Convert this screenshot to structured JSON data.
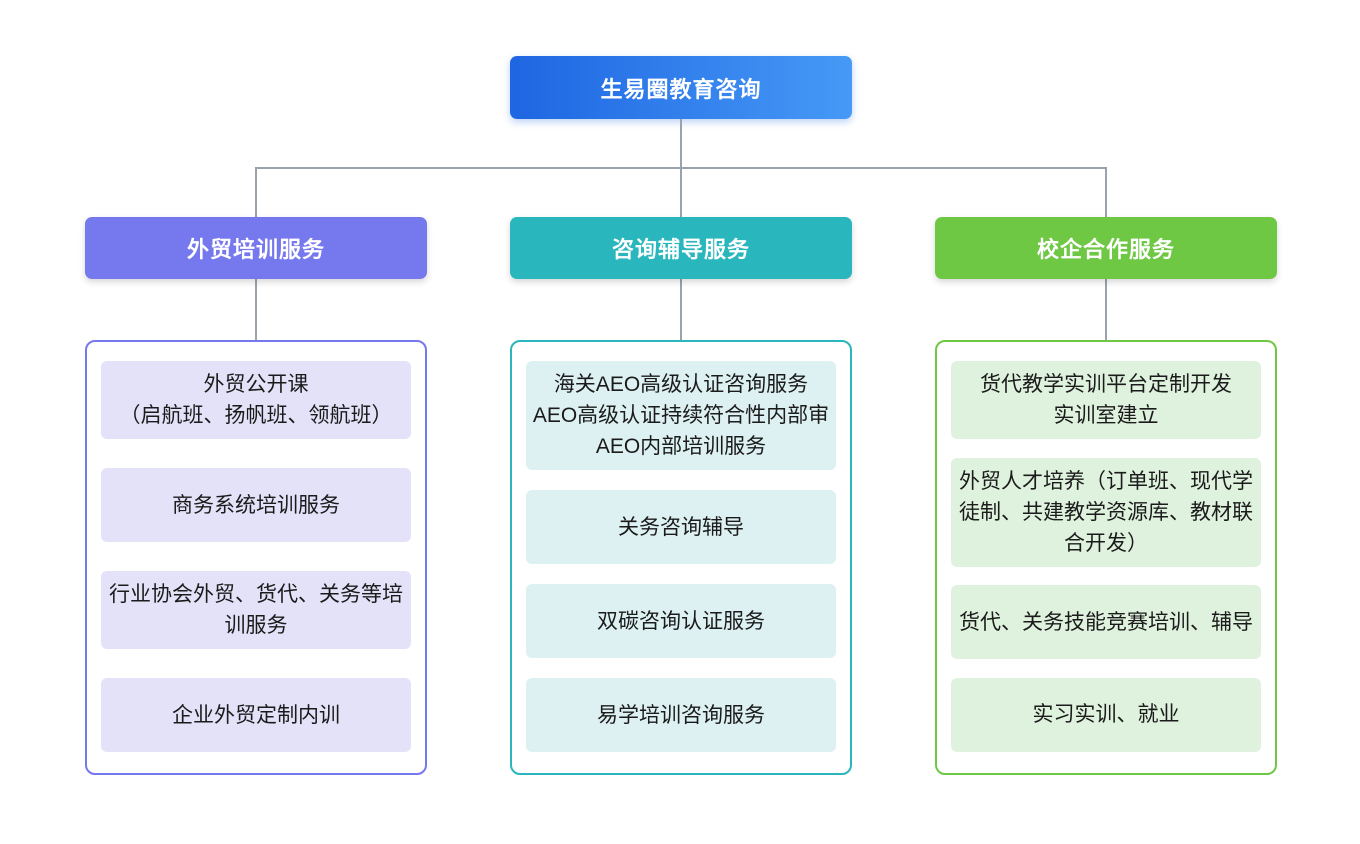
{
  "root": {
    "label": "生易圈教育咨询",
    "gradient_start": "#1E66E2",
    "gradient_end": "#4699F6"
  },
  "connector_color": "#9AA3AD",
  "branches": [
    {
      "id": "foreign-trade-training",
      "label": "外贸培训服务",
      "color": "#7678EE",
      "item_bg": "#E4E2F8",
      "items": [
        {
          "lines": [
            "外贸公开课",
            "（启航班、扬帆班、领航班）"
          ]
        },
        {
          "lines": [
            "商务系统培训服务"
          ]
        },
        {
          "lines": [
            "行业协会外贸、货代、关务等培训服务"
          ]
        },
        {
          "lines": [
            "企业外贸定制内训"
          ]
        }
      ]
    },
    {
      "id": "consulting-coaching",
      "label": "咨询辅导服务",
      "color": "#29B6BC",
      "item_bg": "#DEF1F2",
      "items": [
        {
          "lines": [
            "海关AEO高级认证咨询服务",
            "AEO高级认证持续符合性内部审",
            "AEO内部培训服务"
          ]
        },
        {
          "lines": [
            "关务咨询辅导"
          ]
        },
        {
          "lines": [
            "双碳咨询认证服务"
          ]
        },
        {
          "lines": [
            "易学培训咨询服务"
          ]
        }
      ]
    },
    {
      "id": "school-enterprise",
      "label": "校企合作服务",
      "color": "#6EC844",
      "item_bg": "#DFF2DE",
      "items": [
        {
          "lines": [
            "货代教学实训平台定制开发",
            "实训室建立"
          ]
        },
        {
          "lines": [
            "外贸人才培养（订单班、现代学徒制、共建教学资源库、教材联合开发）"
          ]
        },
        {
          "lines": [
            "货代、关务技能竞赛培训、辅导"
          ]
        },
        {
          "lines": [
            "实习实训、就业"
          ]
        }
      ]
    }
  ]
}
